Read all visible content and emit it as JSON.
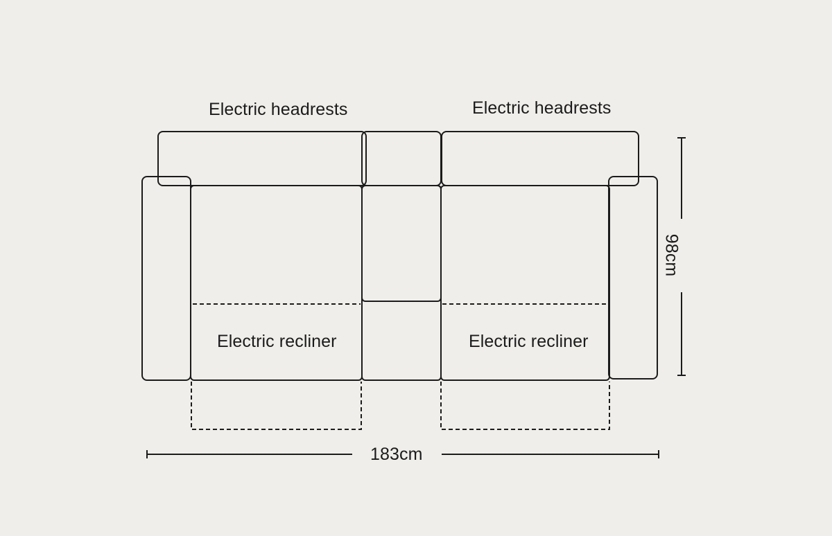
{
  "labels": {
    "headrest_left": "Electric headrests",
    "headrest_right": "Electric headrests",
    "recliner_left": "Electric recliner",
    "recliner_right": "Electric recliner"
  },
  "dimensions": {
    "width": "183cm",
    "depth": "98cm"
  },
  "colors": {
    "background": "#f0eeea",
    "line": "#1b1b1b"
  }
}
